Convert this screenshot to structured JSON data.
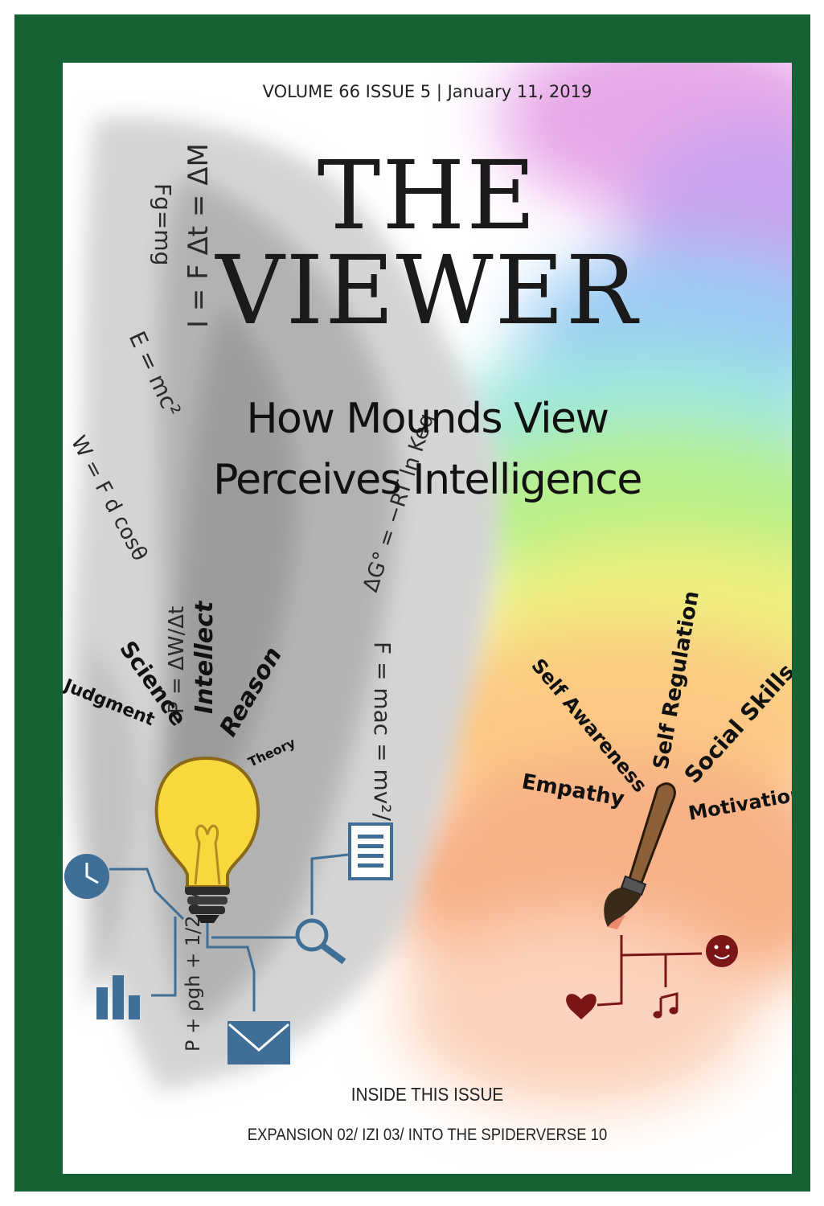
{
  "issue": {
    "dateline": "VOLUME 66 ISSUE 5 | January 11, 2019"
  },
  "masthead": {
    "line1": "THE",
    "line2": "VIEWER"
  },
  "headline": {
    "line1": "How Mounds View",
    "line2": "Perceives Intelligence"
  },
  "left_words": [
    "Judgment",
    "Science",
    "Intellect",
    "Reason",
    "Theory"
  ],
  "right_words": [
    "Self Awareness",
    "Self Regulation",
    "Social Skills",
    "Empathy",
    "Motivation"
  ],
  "formulas": [
    "I = F Δt = ΔM",
    "Fg=mg",
    "E = mc²",
    "W = F d cosθ",
    "P = ΔW/Δt",
    "F = mac = mv²/r",
    "ΔG° = −RT ln Keq",
    "P + ρgh + 1/2ρv² = constant"
  ],
  "icons": [
    "clock-icon",
    "bar-chart-icon",
    "envelope-icon",
    "magnifier-icon",
    "document-icon",
    "heart-icon",
    "smiley-icon",
    "music-note-icon",
    "lightbulb-icon",
    "paintbrush-icon"
  ],
  "colors": {
    "frame": "#166234",
    "icon_blue": "#3f6f96",
    "dark_red": "#7a1616",
    "bulb": "#f7d93e"
  },
  "inside": {
    "title": "INSIDE THIS ISSUE",
    "list": "EXPANSION 02/ IZI 03/ INTO THE SPIDERVERSE 10"
  }
}
